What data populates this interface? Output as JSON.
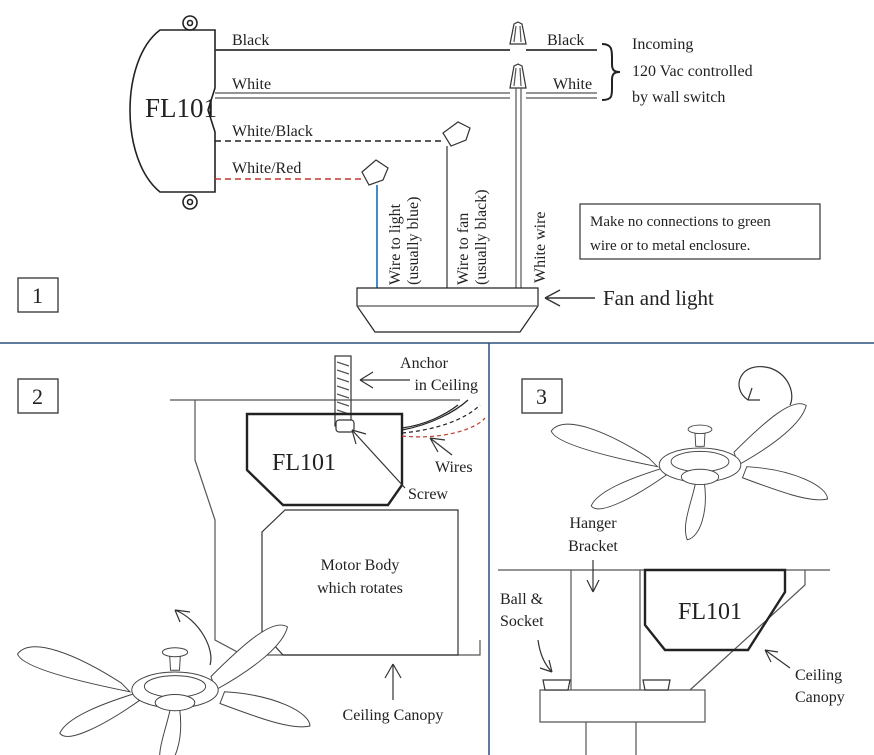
{
  "panel1": {
    "number": "1",
    "module": "FL101",
    "wires": {
      "black": "Black",
      "white": "White",
      "white_black": "White/Black",
      "white_red": "White/Red",
      "black_right": "Black",
      "white_right": "White"
    },
    "incoming": [
      "Incoming",
      "120 Vac controlled",
      "by wall switch"
    ],
    "wire_light": [
      "Wire to light",
      "(usually blue)"
    ],
    "wire_fan": [
      "Wire to fan",
      "(usually black)"
    ],
    "white_wire": "White wire",
    "note": [
      "Make no connections to green",
      "wire or to metal enclosure."
    ],
    "fan_and_light": "Fan and light"
  },
  "panel2": {
    "number": "2",
    "module": "FL101",
    "anchor": [
      "Anchor",
      "in Ceiling"
    ],
    "wires": "Wires",
    "screw": "Screw",
    "motor_body": [
      "Motor Body",
      "which rotates"
    ],
    "ceiling_canopy": "Ceiling Canopy"
  },
  "panel3": {
    "number": "3",
    "module": "FL101",
    "hanger_bracket": [
      "Hanger",
      "Bracket"
    ],
    "ball_socket": [
      "Ball &",
      "Socket"
    ],
    "ceiling_canopy": [
      "Ceiling",
      "Canopy"
    ]
  },
  "colors": {
    "divider": "#2e4f7a",
    "white_black_wire": "#222222",
    "white_red_wire": "#c0392b",
    "blue_wire": "#2a7fc9"
  }
}
